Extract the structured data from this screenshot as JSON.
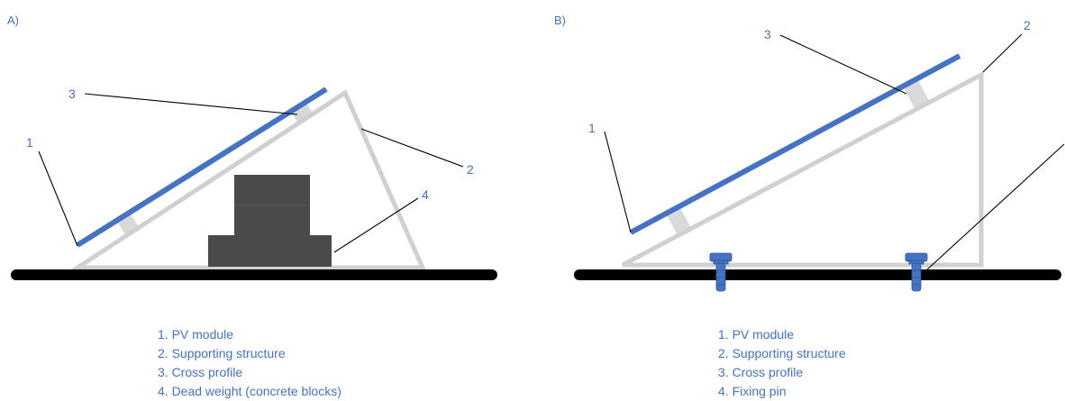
{
  "colors": {
    "pv_module": "#4472c4",
    "supporting_structure": "#d0d0d0",
    "cross_profile": "#d9d9d9",
    "ground": "#000000",
    "concrete_block": "#4a4a4a",
    "fixing_pin": "#4472c4",
    "text": "#4472c4",
    "leader_line": "#000000"
  },
  "panel_a": {
    "label": "A)",
    "callouts": {
      "pv_module": "1",
      "supporting_structure": "2",
      "cross_profile": "3",
      "dead_weight": "4"
    },
    "legend": [
      "1. PV module",
      "2. Supporting structure",
      "3. Cross profile",
      "4. Dead weight (concrete blocks)"
    ]
  },
  "panel_b": {
    "label": "B)",
    "callouts": {
      "pv_module": "1",
      "supporting_structure": "2",
      "cross_profile": "3"
    },
    "legend": [
      "1. PV module",
      "2. Supporting structure",
      "3. Cross profile",
      "4. Fixing pin"
    ]
  }
}
